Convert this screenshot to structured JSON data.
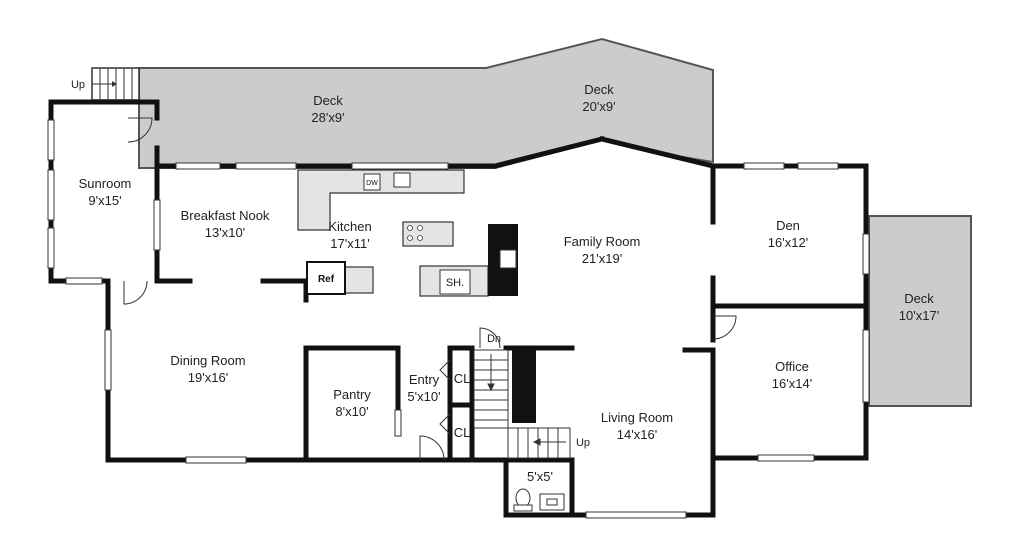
{
  "rooms": {
    "deck_west": {
      "name": "Deck",
      "dims": "28'x9'"
    },
    "deck_east": {
      "name": "Deck",
      "dims": "20'x9'"
    },
    "deck_right": {
      "name": "Deck",
      "dims": "10'x17'"
    },
    "sunroom": {
      "name": "Sunroom",
      "dims": "9'x15'"
    },
    "breakfast": {
      "name": "Breakfast Nook",
      "dims": "13'x10'"
    },
    "kitchen": {
      "name": "Kitchen",
      "dims": "17'x11'"
    },
    "family": {
      "name": "Family Room",
      "dims": "21'x19'"
    },
    "den": {
      "name": "Den",
      "dims": "16'x12'"
    },
    "office": {
      "name": "Office",
      "dims": "16'x14'"
    },
    "dining": {
      "name": "Dining Room",
      "dims": "19'x16'"
    },
    "pantry": {
      "name": "Pantry",
      "dims": "8'x10'"
    },
    "entry": {
      "name": "Entry",
      "dims": "5'x10'"
    },
    "living": {
      "name": "Living Room",
      "dims": "14'x16'"
    },
    "half_bath": {
      "name": "",
      "dims": "5'x5'"
    }
  },
  "fixtures": {
    "dishwasher": "DW",
    "refrigerator": "Ref",
    "shower": "SH.",
    "closet_upper": "CL",
    "closet_lower": "CL"
  },
  "stairs": {
    "up_top": "Up",
    "down": "Dn",
    "up_bottom": "Up"
  },
  "colors": {
    "wall": "#111111",
    "deck_fill": "#cccccc",
    "deck_stroke": "#555555",
    "counter_fill": "#e4e4e4",
    "window": "#ffffff"
  }
}
